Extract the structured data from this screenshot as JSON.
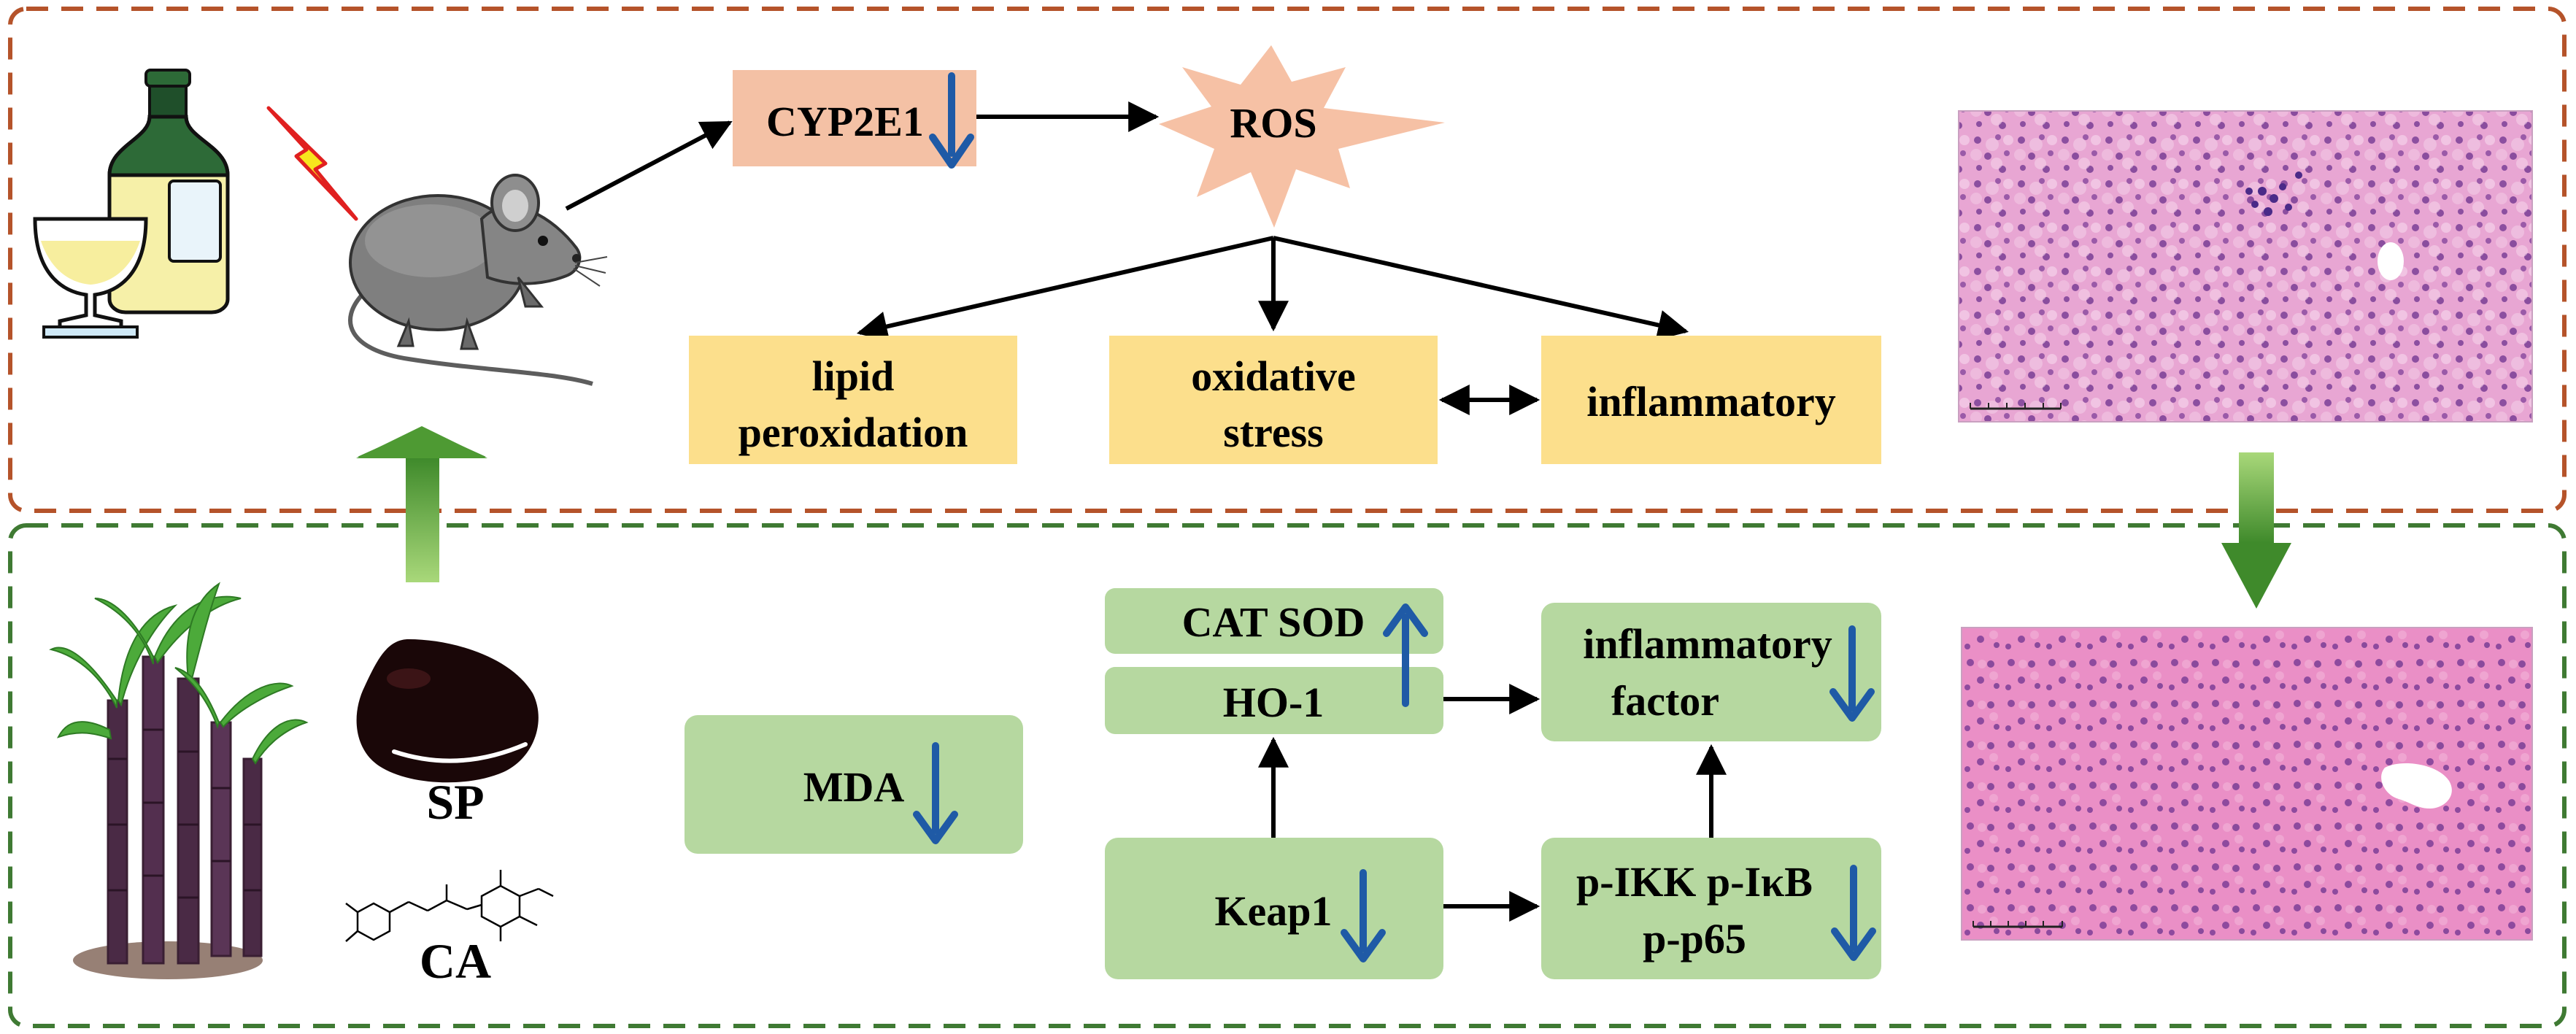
{
  "colors": {
    "top_border": "#b5532a",
    "bottom_border": "#3f7a33",
    "cyp_box": "#f4c1a5",
    "ros_burst": "#f6c1a5",
    "yellow_box": "#fcdf8c",
    "green_box": "#b6d8a0",
    "down_arrow": "#1f5aa6",
    "green_arrow": "#58a033"
  },
  "top_panel": {
    "cyp2e1": "CYP2E1",
    "ros": "ROS",
    "lipid_line1": "lipid",
    "lipid_line2": "peroxidation",
    "oxidative_line1": "oxidative",
    "oxidative_line2": "stress",
    "inflammatory": "inflammatory"
  },
  "bottom_panel": {
    "sp": "SP",
    "ca": "CA",
    "mda": "MDA",
    "cat_sod": "CAT SOD",
    "ho1": "HO-1",
    "keap1": "Keap1",
    "inflam_factor_line1": "inflammatory",
    "inflam_factor_line2": "factor",
    "nfkb_line1": "p-IKK p-IκB",
    "nfkb_line2": "p-p65"
  },
  "icons": {
    "wine": "wine-bottle-and-glass-icon",
    "lightning": "lightning-bolt-icon",
    "mouse": "mouse-icon",
    "sugarcane": "sugarcane-plant-icon",
    "polyphenol": "black-polyphenol-drop-icon",
    "molecule": "chlorogenic-acid-structure-icon",
    "histology_damaged": "liver-histology-damaged-icon",
    "histology_healthy": "liver-histology-healthy-icon"
  }
}
